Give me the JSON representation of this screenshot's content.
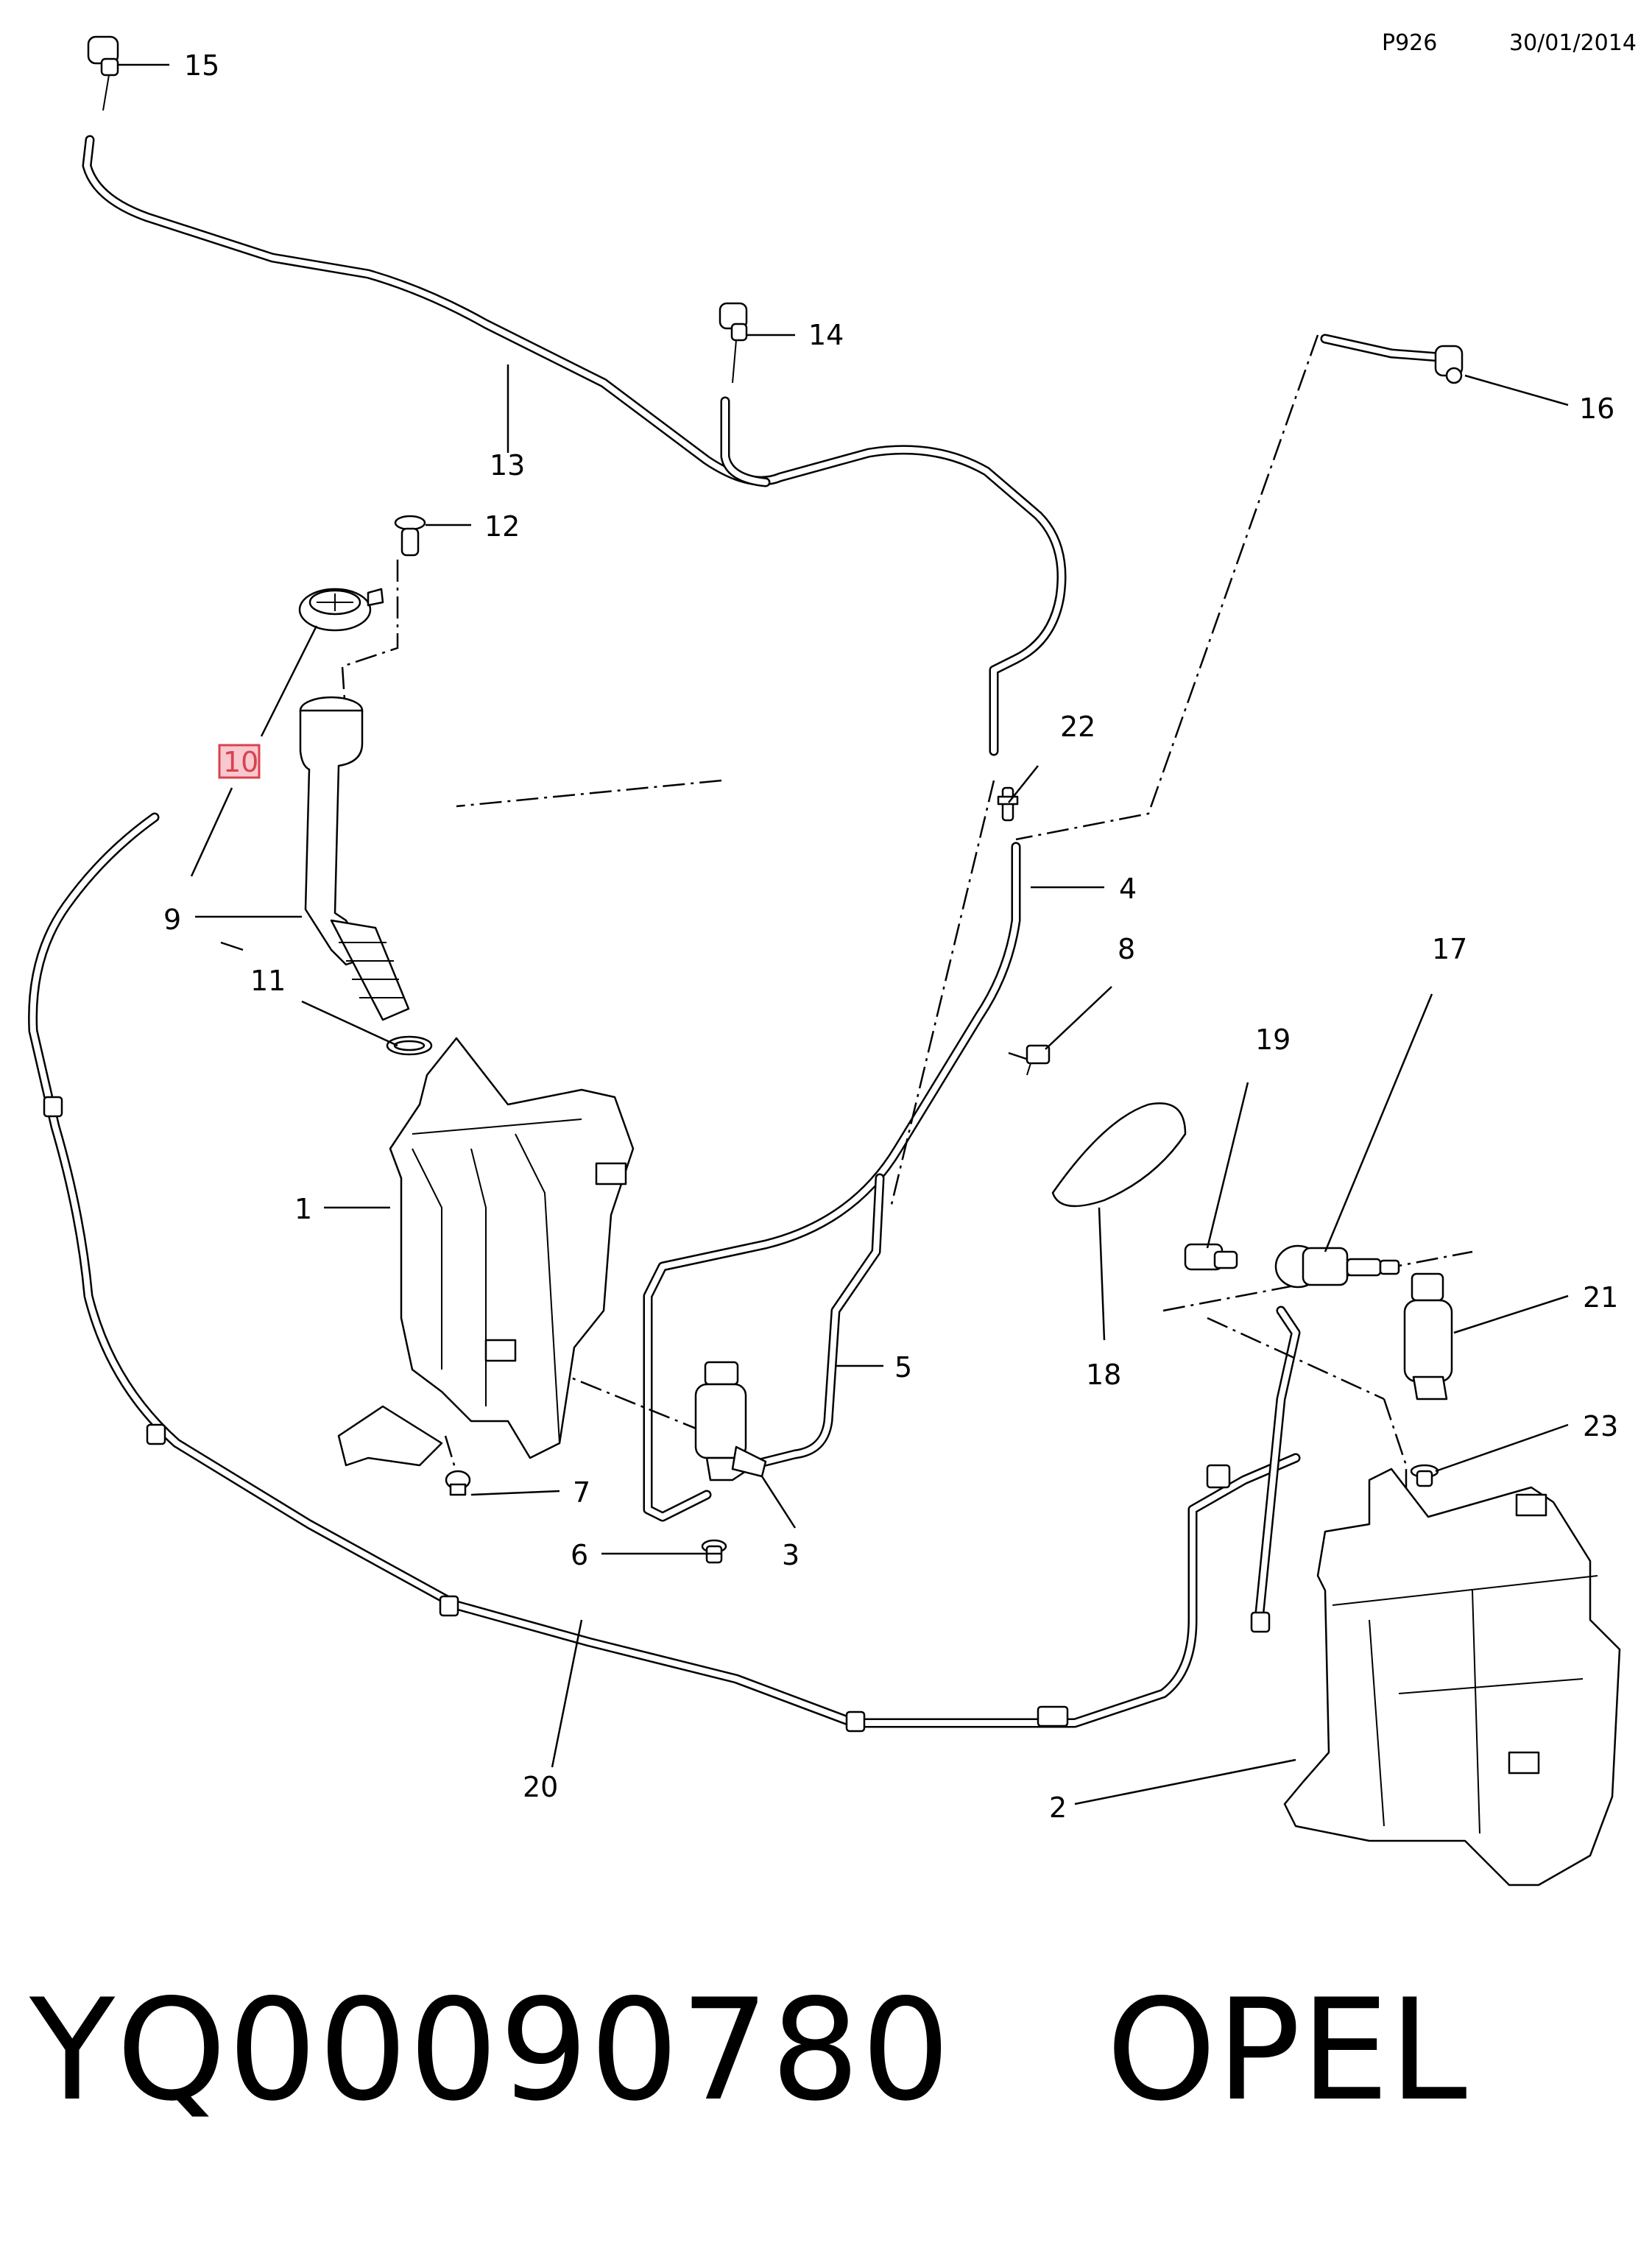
{
  "header": {
    "page_code": "P926",
    "date": "30/01/2014"
  },
  "callouts": {
    "c1": "1",
    "c2": "2",
    "c3": "3",
    "c4": "4",
    "c5": "5",
    "c6": "6",
    "c7": "7",
    "c8": "8",
    "c9": "9",
    "c10": "10",
    "c11": "11",
    "c12": "12",
    "c13": "13",
    "c14": "14",
    "c15": "15",
    "c16": "16",
    "c17": "17",
    "c18": "18",
    "c19": "19",
    "c20": "20",
    "c21": "21",
    "c22": "22",
    "c23": "23"
  },
  "highlighted_callout": "10",
  "colors": {
    "highlight_fill": "#f7c9cf",
    "highlight_stroke": "#d9424f",
    "line": "#000000"
  },
  "footer": {
    "part_number": "YQ00090780",
    "brand": "OPEL"
  }
}
